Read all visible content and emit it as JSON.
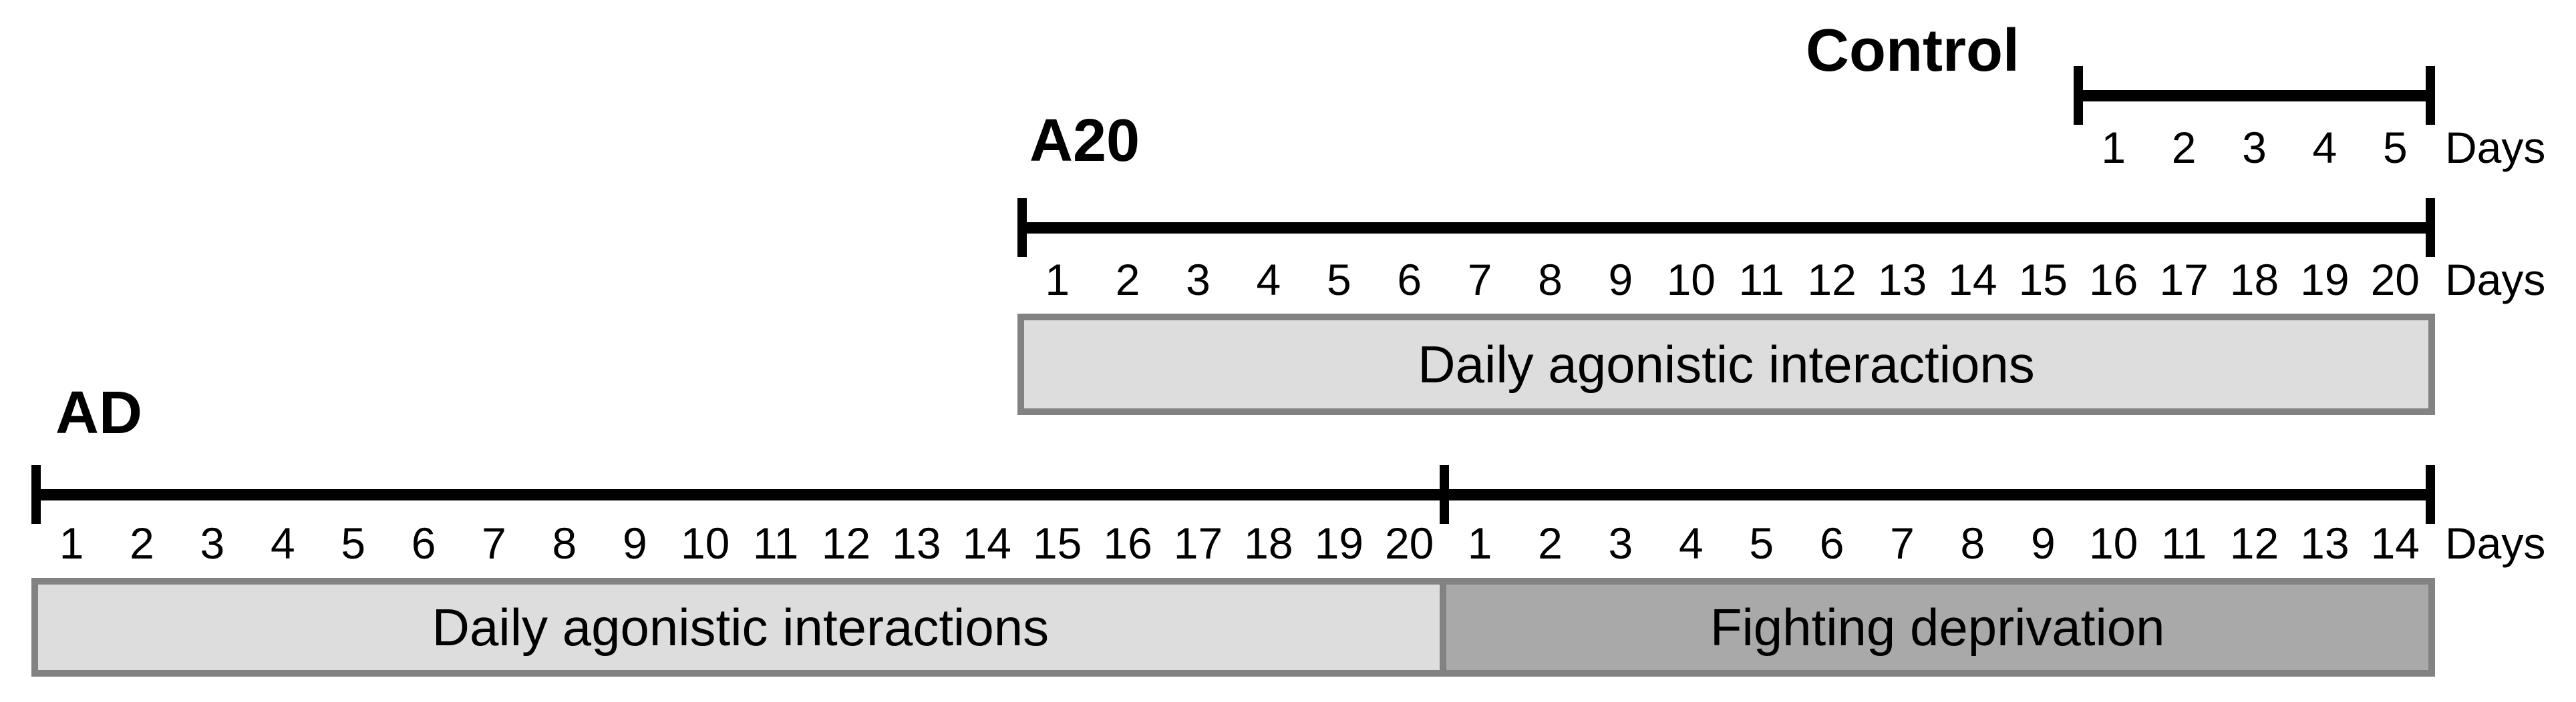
{
  "figure": {
    "timelines": [
      {
        "id": "control",
        "label": "Control",
        "unit_label": "Days",
        "segments": [
          {
            "days": 5,
            "tick_labels": [
              "1",
              "2",
              "3",
              "4",
              "5"
            ],
            "box_label": null,
            "fill": null
          }
        ]
      },
      {
        "id": "a20",
        "label": "A20",
        "unit_label": "Days",
        "segments": [
          {
            "days": 20,
            "tick_labels": [
              "1",
              "2",
              "3",
              "4",
              "5",
              "6",
              "7",
              "8",
              "9",
              "10",
              "11",
              "12",
              "13",
              "14",
              "15",
              "16",
              "17",
              "18",
              "19",
              "20"
            ],
            "box_label": "Daily agonistic interactions",
            "fill": "light"
          }
        ]
      },
      {
        "id": "ad",
        "label": "AD",
        "unit_label": "Days",
        "segments": [
          {
            "days": 20,
            "tick_labels": [
              "1",
              "2",
              "3",
              "4",
              "5",
              "6",
              "7",
              "8",
              "9",
              "10",
              "11",
              "12",
              "13",
              "14",
              "15",
              "16",
              "17",
              "18",
              "19",
              "20"
            ],
            "box_label": "Daily agonistic interactions",
            "fill": "light"
          },
          {
            "days": 14,
            "tick_labels": [
              "1",
              "2",
              "3",
              "4",
              "5",
              "6",
              "7",
              "8",
              "9",
              "10",
              "11",
              "12",
              "13",
              "14"
            ],
            "box_label": "Fighting deprivation",
            "fill": "dark"
          }
        ]
      }
    ],
    "colors": {
      "axis": "#000000",
      "text": "#000000",
      "box_border": "#828282",
      "light_fill": "#dddddd",
      "dark_fill": "#a9a9a9",
      "background": "#ffffff"
    }
  }
}
